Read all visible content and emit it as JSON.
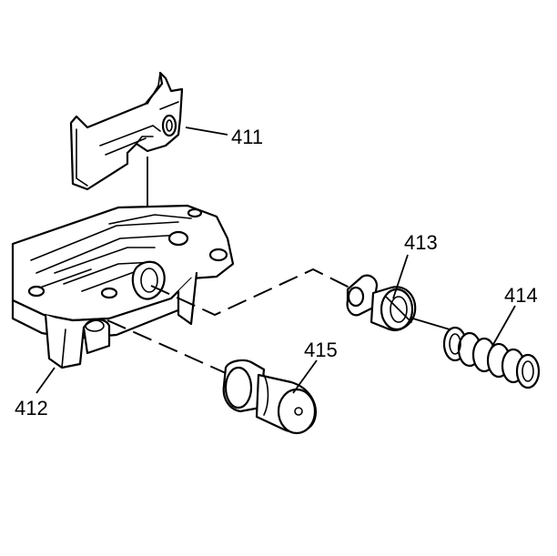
{
  "callouts": {
    "c411": "411",
    "c412": "412",
    "c413": "413",
    "c414": "414",
    "c415": "415"
  }
}
